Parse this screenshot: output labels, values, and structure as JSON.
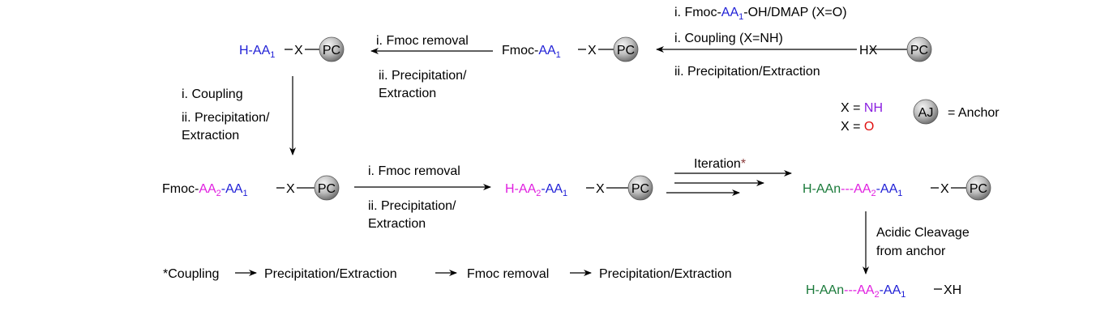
{
  "colors": {
    "black": "#000000",
    "blue": "#1f1fd6",
    "magenta": "#e020e0",
    "green": "#1a7a3a",
    "purple": "#8a1ee0",
    "red": "#e01010",
    "brown": "#8a3a3a",
    "ball_light": "#e8e8e8",
    "ball_dark": "#7a7a7a"
  },
  "support_label": "PC",
  "anchor_label": "AJ",
  "legend": {
    "x_nh_prefix": "X = ",
    "x_nh_value": "NH",
    "x_o_prefix": "X = ",
    "x_o_value": "O",
    "anchor_text": "= Anchor"
  },
  "compounds": {
    "start": {
      "h": "H",
      "x": "X"
    },
    "fmoc_aa1": {
      "fmoc": "Fmoc-",
      "aa": "AA",
      "sub": "1",
      "x": "X"
    },
    "h_aa1": {
      "h": "H-",
      "aa": "AA",
      "sub": "1",
      "x": "X"
    },
    "fmoc_aa2_aa1": {
      "fmoc": "Fmoc-",
      "aa2": "AA",
      "sub2": "2",
      "dash": "-",
      "aa1": "AA",
      "sub1": "1",
      "x": "X"
    },
    "h_aa2_aa1": {
      "h": "H-",
      "aa2": "AA",
      "sub2": "2",
      "dash": "-",
      "aa1": "AA",
      "sub1": "1",
      "x": "X"
    },
    "h_aan_resin": {
      "haan": "H-AAn",
      "dashes": "---",
      "aa2": "AA",
      "sub2": "2",
      "dash": "-",
      "aa1": "AA",
      "sub1": "1",
      "x": "X"
    },
    "h_aan_free": {
      "haan": "H-AAn",
      "dashes": "---",
      "aa2": "AA",
      "sub2": "2",
      "dash": "-",
      "aa1": "AA",
      "sub1": "1",
      "xh": "XH"
    }
  },
  "conditions": {
    "step1": {
      "line1_pre": "i. Fmoc-",
      "line1_aa": "AA",
      "line1_sub": "1",
      "line1_post": "-OH/DMAP (X=O)",
      "line2": "i. Coupling (X=NH)",
      "line3": "ii. Precipitation/Extraction"
    },
    "step2": {
      "line1": "i. Fmoc removal",
      "line2": "ii. Precipitation/",
      "line3": "Extraction"
    },
    "step3": {
      "line1": "i. Coupling",
      "line2": "ii. Precipitation/",
      "line3": "Extraction"
    },
    "step4": {
      "line1": "i. Fmoc removal",
      "line2": "ii. Precipitation/",
      "line3": "Extraction"
    },
    "iteration": {
      "label": "Iteration",
      "star": "*"
    },
    "cleavage": {
      "line1": "Acidic Cleavage",
      "line2": "from anchor"
    }
  },
  "footnote": {
    "star": "*",
    "items": [
      "Coupling",
      "Precipitation/Extraction",
      "Fmoc removal",
      "Precipitation/Extraction"
    ]
  }
}
